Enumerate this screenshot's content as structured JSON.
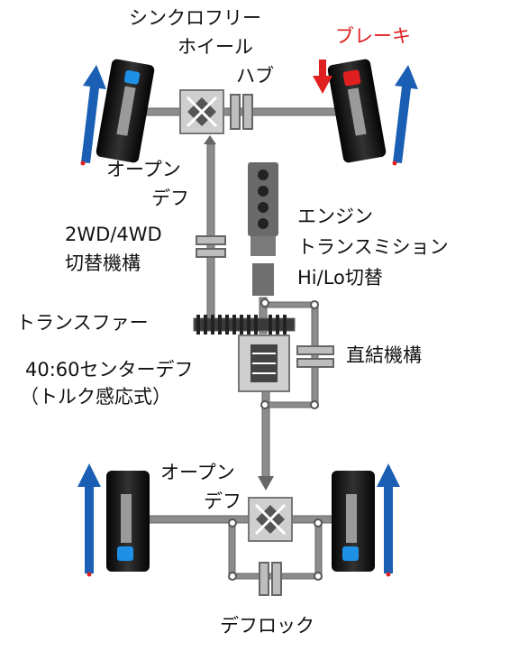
{
  "labels": {
    "synchro_hub_1": "シンクロフリー",
    "synchro_hub_2": "ホイール",
    "synchro_hub_3": "ハブ",
    "brake": "ブレーキ",
    "front_diff_1": "オープン",
    "front_diff_2": "デフ",
    "engine": "エンジン",
    "transmission": "トランスミション",
    "selector_1": "2WD/4WD",
    "selector_2": "切替機構",
    "hilo": "Hi/Lo切替",
    "transfer": "トランスファー",
    "direct": "直結機構",
    "center_diff_1": "40:60センターデフ",
    "center_diff_2": "（トルク感応式）",
    "rear_diff_1": "オープン",
    "rear_diff_2": "デフ",
    "diff_lock": "デフロック"
  },
  "colors": {
    "arrow": "#1a5fb4",
    "brake": "#e02020",
    "caliper": "#1e90e6",
    "tire": "#151515",
    "mechanism": "#8c8c8c"
  },
  "icons": [
    "tire-icon",
    "motion-arrow-icon",
    "brake-arrow-icon",
    "differential-icon",
    "gear-icon",
    "engine-icon"
  ]
}
